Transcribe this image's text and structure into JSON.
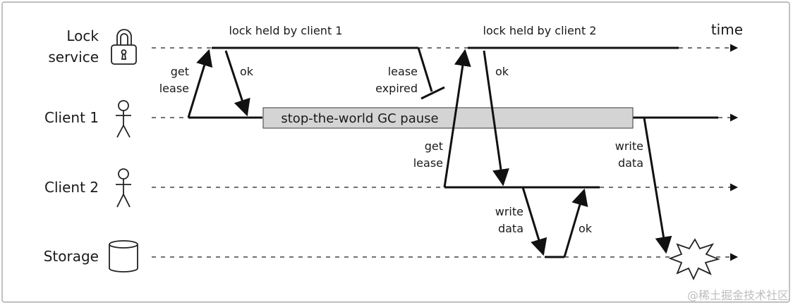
{
  "labels": {
    "lock_service_line1": "Lock",
    "lock_service_line2": "service",
    "client1": "Client 1",
    "client2": "Client 2",
    "storage": "Storage",
    "time": "time"
  },
  "annotations": {
    "lock_held_client1": "lock held by client 1",
    "lock_held_client2": "lock held by client 2",
    "get_lease_1_line1": "get",
    "get_lease_1_line2": "lease",
    "ok_1": "ok",
    "lease_expired_line1": "lease",
    "lease_expired_line2": "expired",
    "gc_pause": "stop-the-world GC pause",
    "get_lease_2_line1": "get",
    "get_lease_2_line2": "lease",
    "ok_2": "ok",
    "write_data_2_line1": "write",
    "write_data_2_line2": "data",
    "ok_3": "ok",
    "write_data_1_line1": "write",
    "write_data_1_line2": "data"
  },
  "icons": {
    "lock": "padlock-icon",
    "client1": "stick-figure-icon",
    "client2": "stick-figure-icon",
    "storage": "database-cylinder-icon",
    "collision": "explosion-icon"
  },
  "colors": {
    "gc_box_fill": "#d4d4d4",
    "line": "#111111",
    "text": "#1a1a1a"
  },
  "watermark": "@稀土掘金技术社区"
}
